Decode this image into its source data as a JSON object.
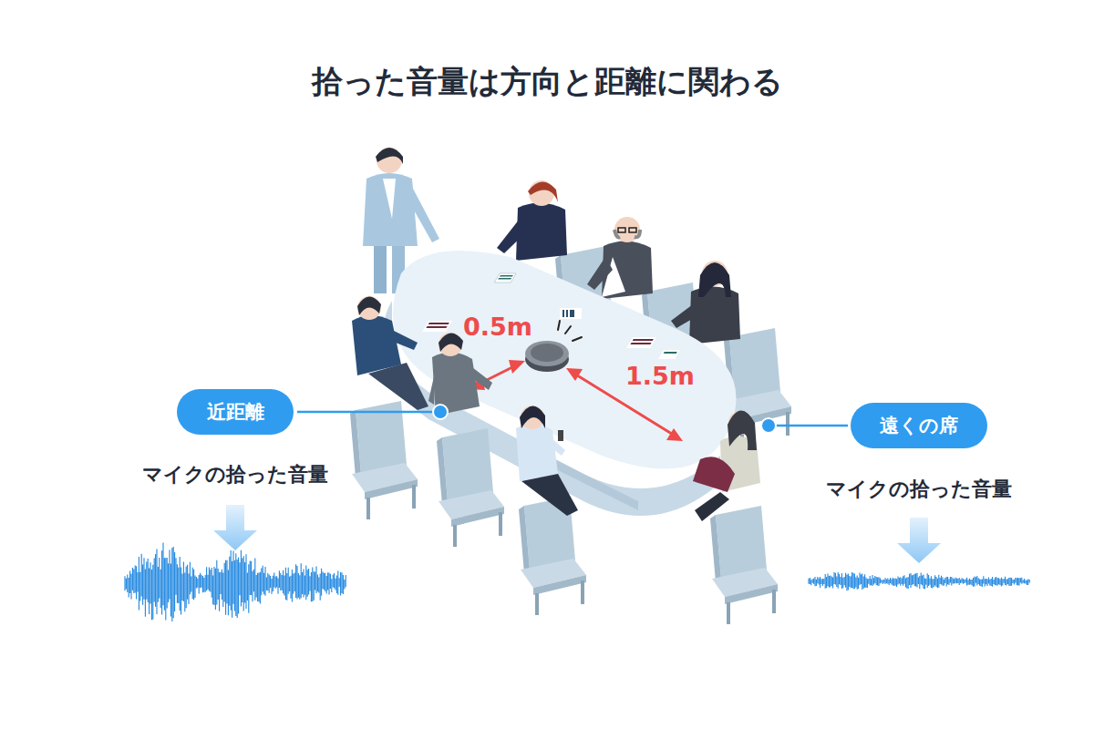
{
  "diagram": {
    "title": "拾った音量は方向と距離に関わる",
    "nodes": [
      {
        "text": [
          "近距離"
        ]
      },
      {
        "text": [
          "遠くの席"
        ]
      }
    ],
    "labels": [
      "0.5m",
      "1.5m",
      "マイクの拾った音量",
      "マイクの拾った音量"
    ]
  }
}
